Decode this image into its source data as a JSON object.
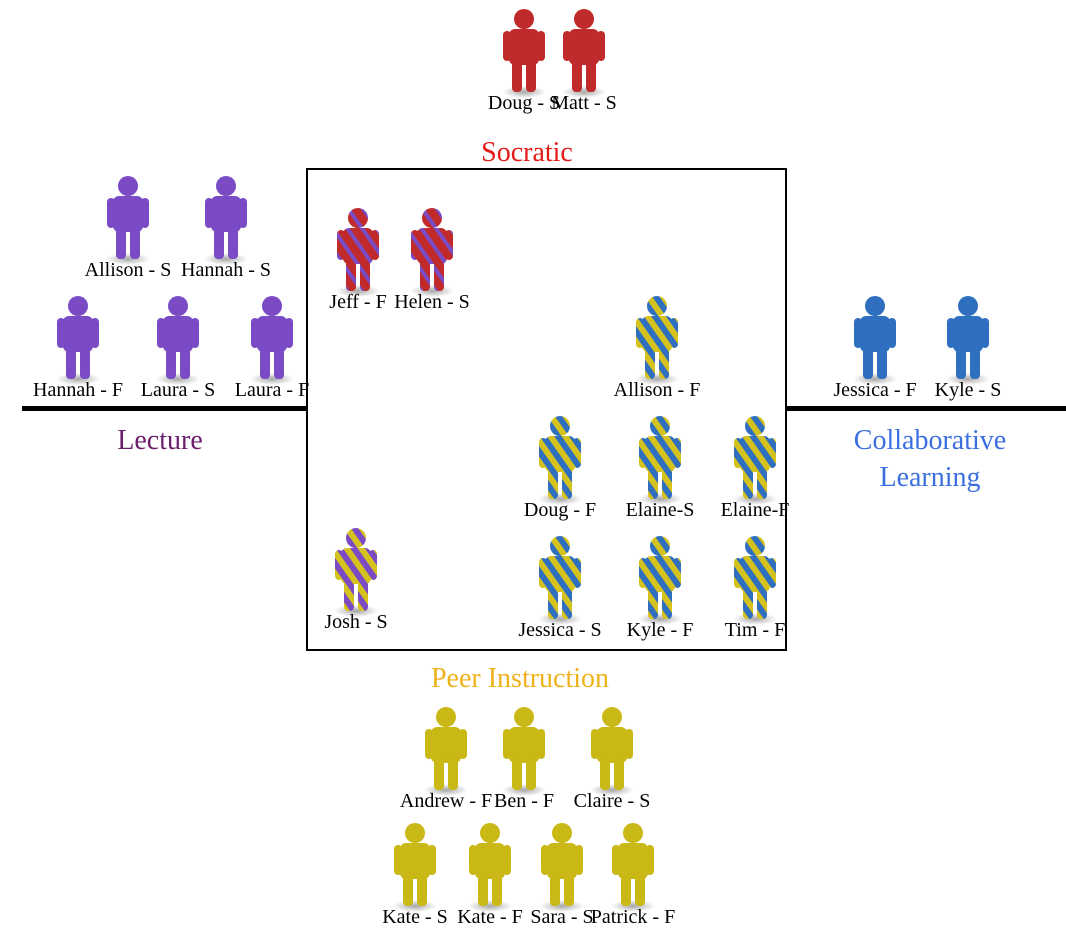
{
  "colors": {
    "socratic": "#c02a2a",
    "lecture": "#7a4bc4",
    "collaborative": "#2f6fc0",
    "peer": "#c9b816",
    "stripe_blue": "#2f6fc0",
    "stripe_yellow": "#d6c21c",
    "stripe_red": "#c02a2a",
    "stripe_purple": "#7a4bc4",
    "label_socratic": "#e41b17",
    "label_lecture": "#6b1f6b",
    "label_collaborative": "#3b6fe0",
    "label_peer": "#f0b21a"
  },
  "labels": {
    "socratic": "Socratic",
    "lecture": "Lecture",
    "collaborative_line1": "Collaborative",
    "collaborative_line2": "Learning",
    "peer": "Peer Instruction"
  },
  "people": [
    {
      "name": "Doug - S",
      "fill": "socratic",
      "icon": "person-icon"
    },
    {
      "name": "Matt - S",
      "fill": "socratic",
      "icon": "person-icon"
    },
    {
      "name": "Allison - S",
      "fill": "lecture",
      "icon": "person-icon"
    },
    {
      "name": "Hannah - S",
      "fill": "lecture",
      "icon": "person-icon"
    },
    {
      "name": "Hannah - F",
      "fill": "lecture",
      "icon": "person-icon"
    },
    {
      "name": "Laura - S",
      "fill": "lecture",
      "icon": "person-icon"
    },
    {
      "name": "Laura - F",
      "fill": "lecture",
      "icon": "person-icon"
    },
    {
      "name": "Jessica - F",
      "fill": "collaborative",
      "icon": "person-icon"
    },
    {
      "name": "Kyle - S",
      "fill": "collaborative",
      "icon": "person-icon"
    },
    {
      "name": "Jeff - F",
      "fill": "striped-red-purple",
      "icon": "person-icon"
    },
    {
      "name": "Helen - S",
      "fill": "striped-red-purple",
      "icon": "person-icon"
    },
    {
      "name": "Allison - F",
      "fill": "striped-blue-yellow",
      "icon": "person-icon"
    },
    {
      "name": "Doug - F",
      "fill": "striped-blue-yellow",
      "icon": "person-icon"
    },
    {
      "name": "Elaine-S",
      "fill": "striped-blue-yellow",
      "icon": "person-icon"
    },
    {
      "name": "Elaine-F",
      "fill": "striped-blue-yellow",
      "icon": "person-icon"
    },
    {
      "name": "Josh - S",
      "fill": "striped-purple-yellow",
      "icon": "person-icon"
    },
    {
      "name": "Jessica - S",
      "fill": "striped-blue-yellow",
      "icon": "person-icon"
    },
    {
      "name": "Kyle - F",
      "fill": "striped-blue-yellow",
      "icon": "person-icon"
    },
    {
      "name": "Tim - F",
      "fill": "striped-blue-yellow",
      "icon": "person-icon"
    },
    {
      "name": "Andrew - F",
      "fill": "peer",
      "icon": "person-icon"
    },
    {
      "name": "Ben - F",
      "fill": "peer",
      "icon": "person-icon"
    },
    {
      "name": "Claire - S",
      "fill": "peer",
      "icon": "person-icon"
    },
    {
      "name": "Kate - S",
      "fill": "peer",
      "icon": "person-icon"
    },
    {
      "name": "Kate - F",
      "fill": "peer",
      "icon": "person-icon"
    },
    {
      "name": "Sara - S",
      "fill": "peer",
      "icon": "person-icon"
    },
    {
      "name": "Patrick - F",
      "fill": "peer",
      "icon": "person-icon"
    }
  ]
}
